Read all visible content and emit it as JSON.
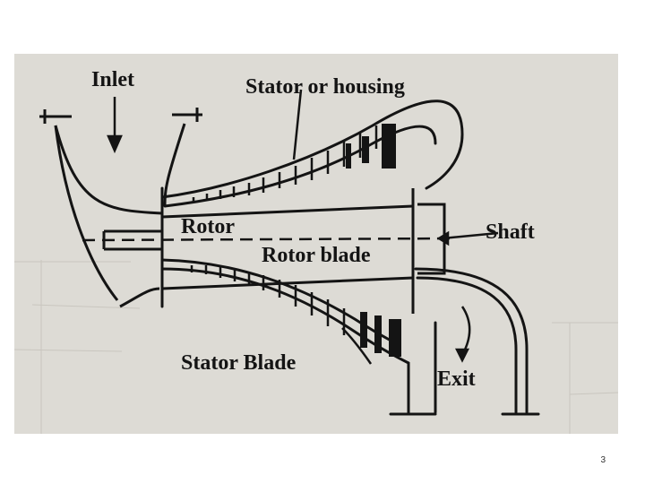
{
  "diagram": {
    "labels": {
      "inlet": "Inlet",
      "stator_housing": "Stator or housing",
      "rotor": "Rotor",
      "shaft": "Shaft",
      "rotor_blade": "Rotor blade",
      "stator_blade": "Stator Blade",
      "exit": "Exit"
    }
  },
  "slide": {
    "page_number": "3"
  }
}
